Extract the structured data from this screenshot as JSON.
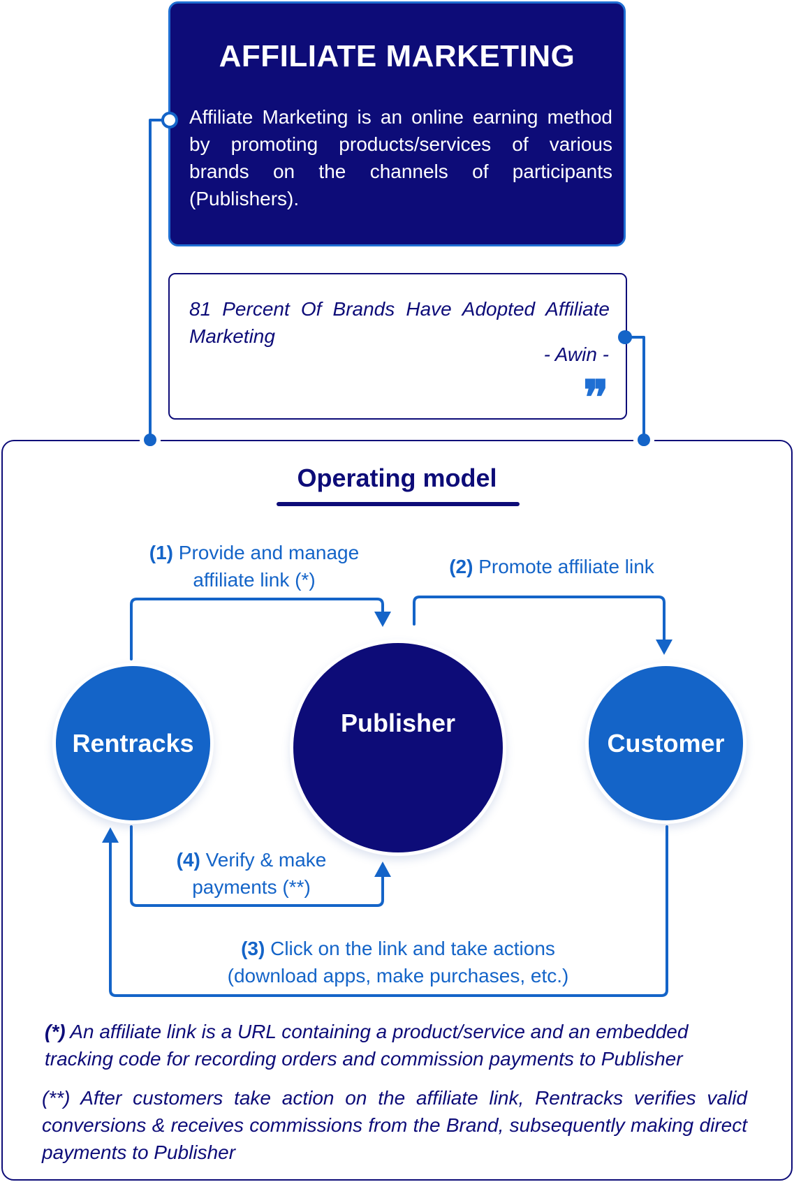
{
  "header": {
    "title": "AFFILIATE MARKETING",
    "description": "Affiliate Marketing is an online earning method by promoting products/services of various brands on the channels of participants (Publishers)."
  },
  "quote": {
    "text": "81 Percent Of Brands Have Adopted Affiliate Marketing",
    "author": "- Awin -",
    "mark": "❞"
  },
  "section": {
    "title": "Operating model"
  },
  "nodes": {
    "rentracks": "Rentracks",
    "publisher": "Publisher",
    "customer": "Customer"
  },
  "steps": {
    "s1_num": "(1)",
    "s1_text": " Provide and manage affiliate link (*)",
    "s2_num": "(2)",
    "s2_text": " Promote affiliate link",
    "s3_num": "(3)",
    "s3_text": " Click on the link and take actions (download apps, make purchases, etc.)",
    "s4_num": "(4)",
    "s4_text": " Verify & make payments (**)"
  },
  "notes": {
    "n1_mark": "(*)",
    "n1_text": "  An affiliate link is a URL containing a product/service and an embedded tracking code for recording orders and commission payments to Publisher",
    "n2_text": "(**) After customers take action on the affiliate link, Rentracks verifies valid conversions & receives commissions from the Brand, subsequently making direct payments to Publisher"
  },
  "colors": {
    "navy": "#0d0c78",
    "blue": "#1464c8",
    "accent": "#1f6fd3"
  }
}
